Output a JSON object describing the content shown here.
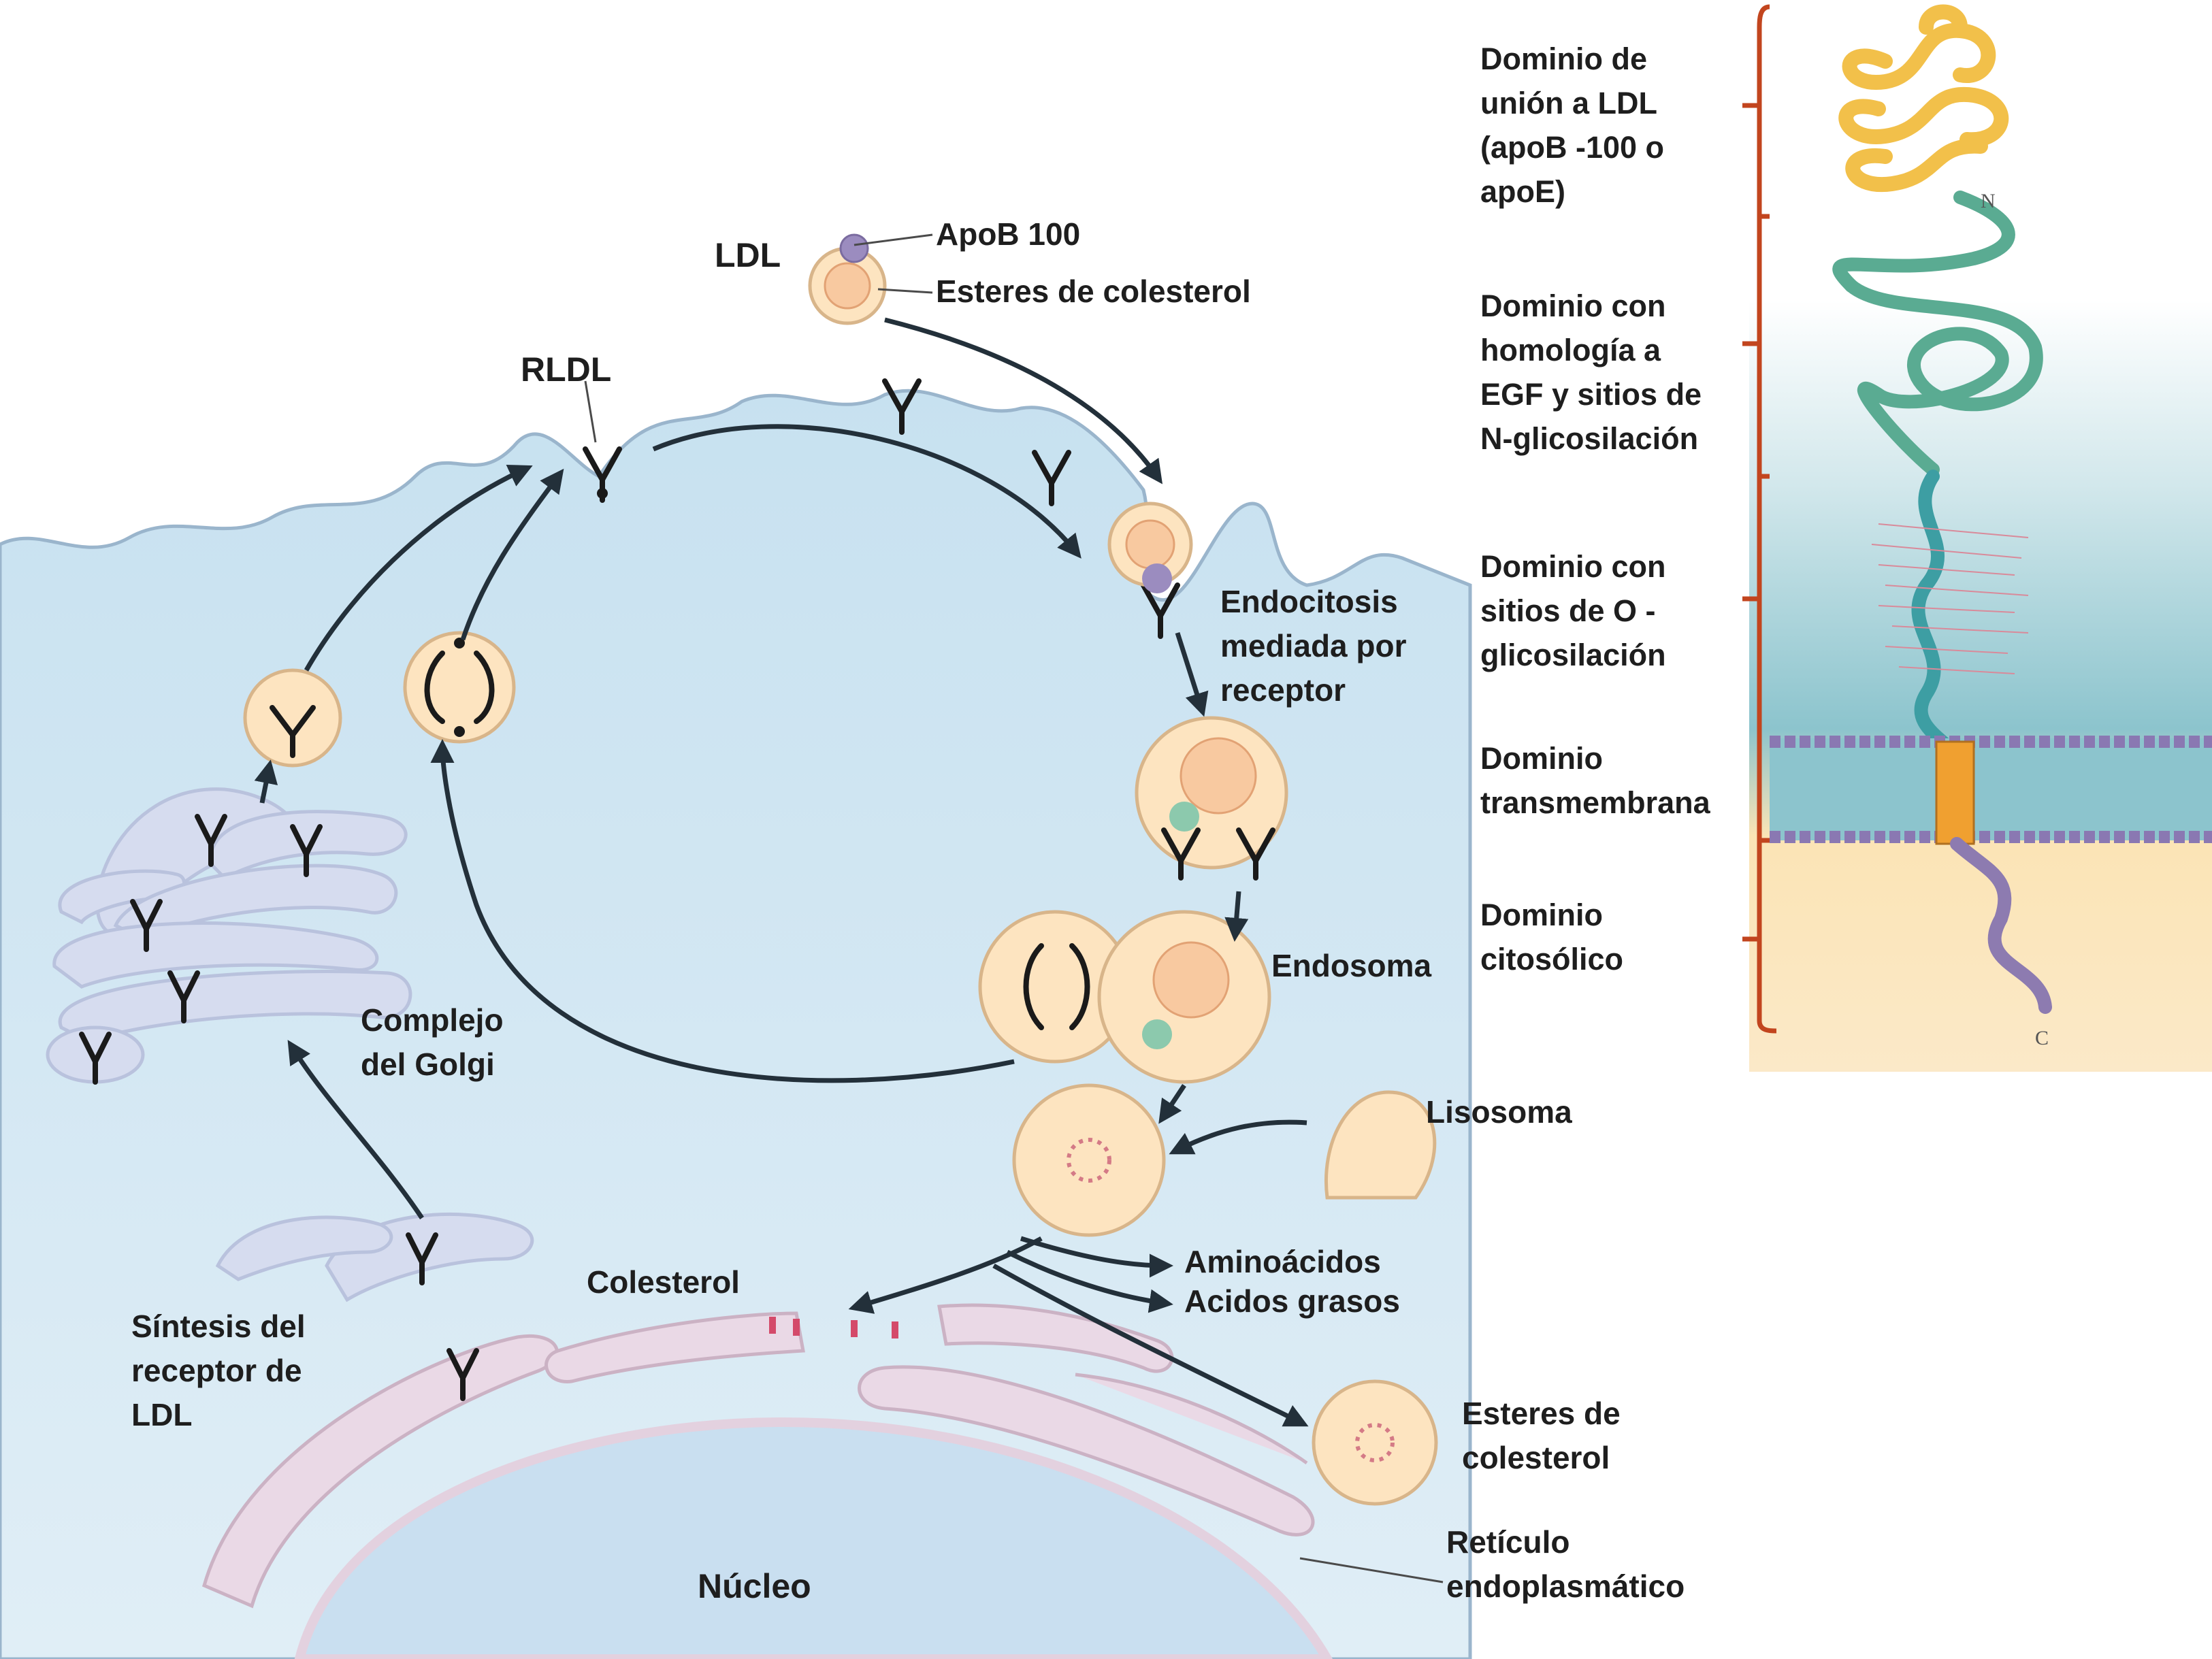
{
  "labels": {
    "ldl": "LDL",
    "apob": "ApoB 100",
    "esteres_top": "Esteres de colesterol",
    "rldl": "RLDL",
    "endocitosis": [
      "Endocitosis",
      "mediada por",
      "receptor"
    ],
    "endosoma": "Endosoma",
    "lisosoma": "Lisosoma",
    "golgi": [
      "Complejo",
      "del Golgi"
    ],
    "sintesis": [
      "Síntesis del",
      "receptor de",
      "LDL"
    ],
    "colesterol": "Colesterol",
    "aminoacidos": "Aminoácidos",
    "acidos": "Acidos grasos",
    "esteres_bottom": [
      "Esteres de",
      "colesterol"
    ],
    "reticulo": [
      "Retículo",
      "endoplasmático"
    ],
    "nucleo": "Núcleo"
  },
  "domains": [
    {
      "lines": [
        "Dominio de",
        "unión a LDL",
        "(apoB -100 o",
        "apoE)"
      ]
    },
    {
      "lines": [
        "Dominio con",
        "homología a",
        "EGF y sitios de",
        "N-glicosilación"
      ]
    },
    {
      "lines": [
        "Dominio con",
        "sitios de O  -",
        "glicosilación"
      ]
    },
    {
      "lines": [
        "Dominio",
        "transmembrana"
      ]
    },
    {
      "lines": [
        "Dominio",
        "citosólico"
      ]
    }
  ],
  "termini": {
    "n": "N",
    "c": "C"
  },
  "colors": {
    "cytoplasm": "#cfe4f1",
    "vesicle": "#fde4c0",
    "golgi": "#d6dcef",
    "er": "#ead9e6",
    "ligand_domain": "#f2c04a",
    "egf_domain": "#5aab92",
    "o_glyco_domain": "#3d9ea3",
    "transmembrane": "#f0a030",
    "cytosolic_tail": "#8d7bb0",
    "membrane_head": "#8a78b2"
  }
}
